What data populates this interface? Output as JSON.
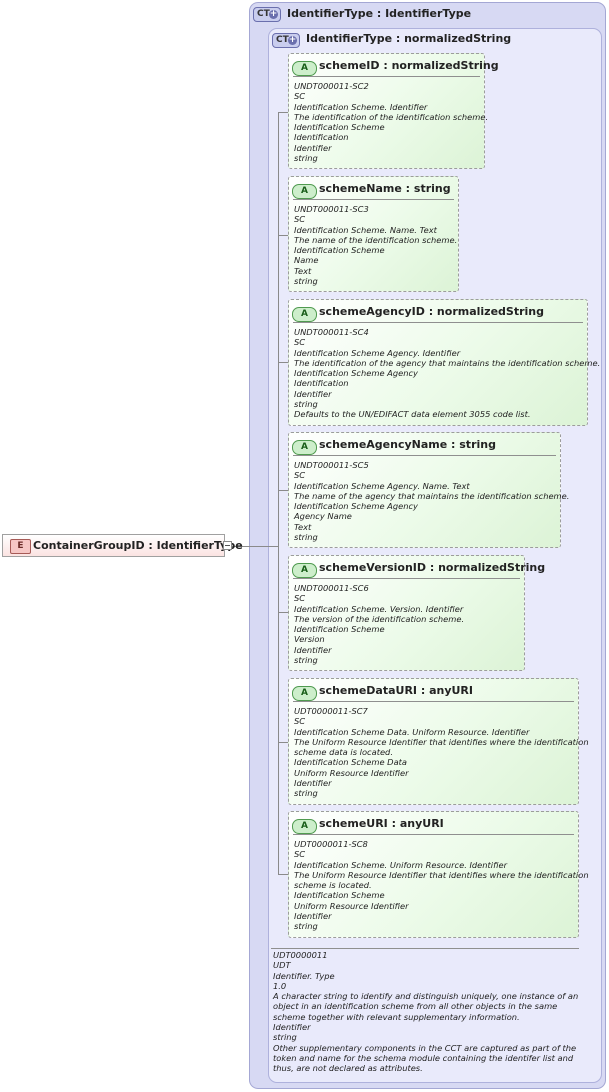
{
  "element": {
    "badge": "E",
    "title": "ContainerGroupID : IdentifierType"
  },
  "outer_type": {
    "badge": "CT",
    "title": "IdentifierType : IdentifierType"
  },
  "inner_type": {
    "badge": "CT",
    "title": "IdentifierType : normalizedString"
  },
  "attributes": [
    {
      "badge": "A",
      "title": "schemeID : normalizedString",
      "doc": [
        "UNDT000011-SC2",
        "SC",
        "Identification Scheme. Identifier",
        "The identification of the identification scheme.",
        "Identification Scheme",
        "Identification",
        "Identifier",
        "string"
      ]
    },
    {
      "badge": "A",
      "title": "schemeName : string",
      "doc": [
        "UNDT000011-SC3",
        "SC",
        "Identification Scheme. Name. Text",
        "The name of the identification scheme.",
        "Identification Scheme",
        "Name",
        "Text",
        "string"
      ]
    },
    {
      "badge": "A",
      "title": "schemeAgencyID : normalizedString",
      "doc": [
        "UNDT000011-SC4",
        "SC",
        "Identification Scheme Agency. Identifier",
        "The identification of the agency that maintains the identification scheme.",
        "Identification Scheme Agency",
        "Identification",
        "Identifier",
        "string",
        "Defaults to the UN/EDIFACT data element 3055 code list."
      ]
    },
    {
      "badge": "A",
      "title": "schemeAgencyName : string",
      "doc": [
        "UNDT000011-SC5",
        "SC",
        "Identification Scheme Agency. Name. Text",
        "The name of the agency that maintains the identification scheme.",
        "Identification Scheme Agency",
        "Agency Name",
        "Text",
        "string"
      ]
    },
    {
      "badge": "A",
      "title": "schemeVersionID : normalizedString",
      "doc": [
        "UNDT000011-SC6",
        "SC",
        "Identification Scheme. Version. Identifier",
        "The version of the identification scheme.",
        "Identification Scheme",
        "Version",
        "Identifier",
        "string"
      ]
    },
    {
      "badge": "A",
      "title": "schemeDataURI : anyURI",
      "doc": [
        "UDT0000011-SC7",
        "SC",
        "Identification Scheme Data. Uniform Resource. Identifier",
        "The Uniform Resource Identifier that identifies where the identification",
        "scheme data is located.",
        "Identification Scheme Data",
        "Uniform Resource Identifier",
        "Identifier",
        "string"
      ]
    },
    {
      "badge": "A",
      "title": "schemeURI : anyURI",
      "doc": [
        "UDT0000011-SC8",
        "SC",
        "Identification Scheme. Uniform Resource. Identifier",
        "The Uniform Resource Identifier that identifies where the identification",
        "scheme is located.",
        "Identification Scheme",
        "Uniform Resource Identifier",
        "Identifier",
        "string"
      ]
    }
  ],
  "type_doc": [
    "UDT0000011",
    "UDT",
    "Identifier. Type",
    "1.0",
    "A character string to identify and distinguish uniquely, one instance of an",
    "object in an identification scheme from all other objects in the same",
    "scheme together with relevant supplementary information.",
    "Identifier",
    "string",
    "Other supplementary components in the CCT are captured as part of the",
    "token and name for the schema module containing the identifer list and",
    "thus, are not declared as attributes."
  ]
}
